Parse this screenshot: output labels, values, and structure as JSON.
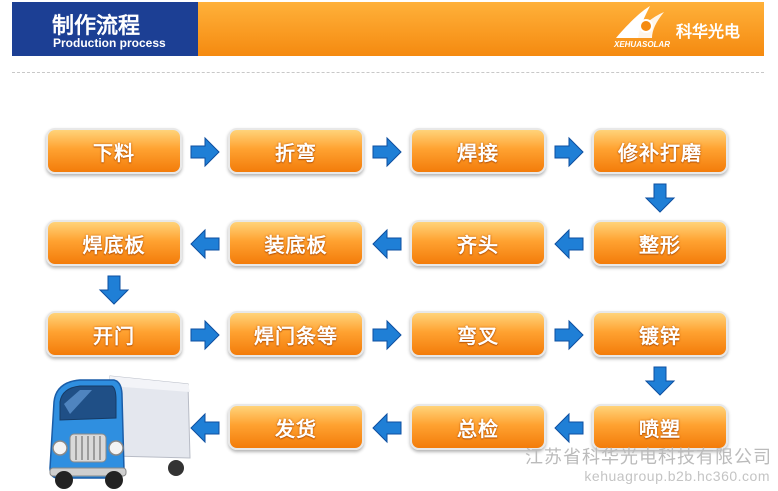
{
  "header": {
    "title_cn": "制作流程",
    "title_en": "Production process",
    "logo_en": "XEHUASOLAR",
    "logo_cn": "科华光电"
  },
  "steps": [
    "下料",
    "折弯",
    "焊接",
    "修补打磨",
    "整形",
    "齐头",
    "装底板",
    "焊底板",
    "开门",
    "焊门条等",
    "弯叉",
    "镀锌",
    "喷塑",
    "总检",
    "发货"
  ],
  "watermark": {
    "company": "江苏省科华光电科技有限公司",
    "url": "kehuagroup.b2b.hc360.com"
  },
  "colors": {
    "header_blue": "#1c3f94",
    "header_orange": "#f58a10",
    "step_orange": "#ffa231",
    "arrow_blue": "#1f7fd6"
  }
}
